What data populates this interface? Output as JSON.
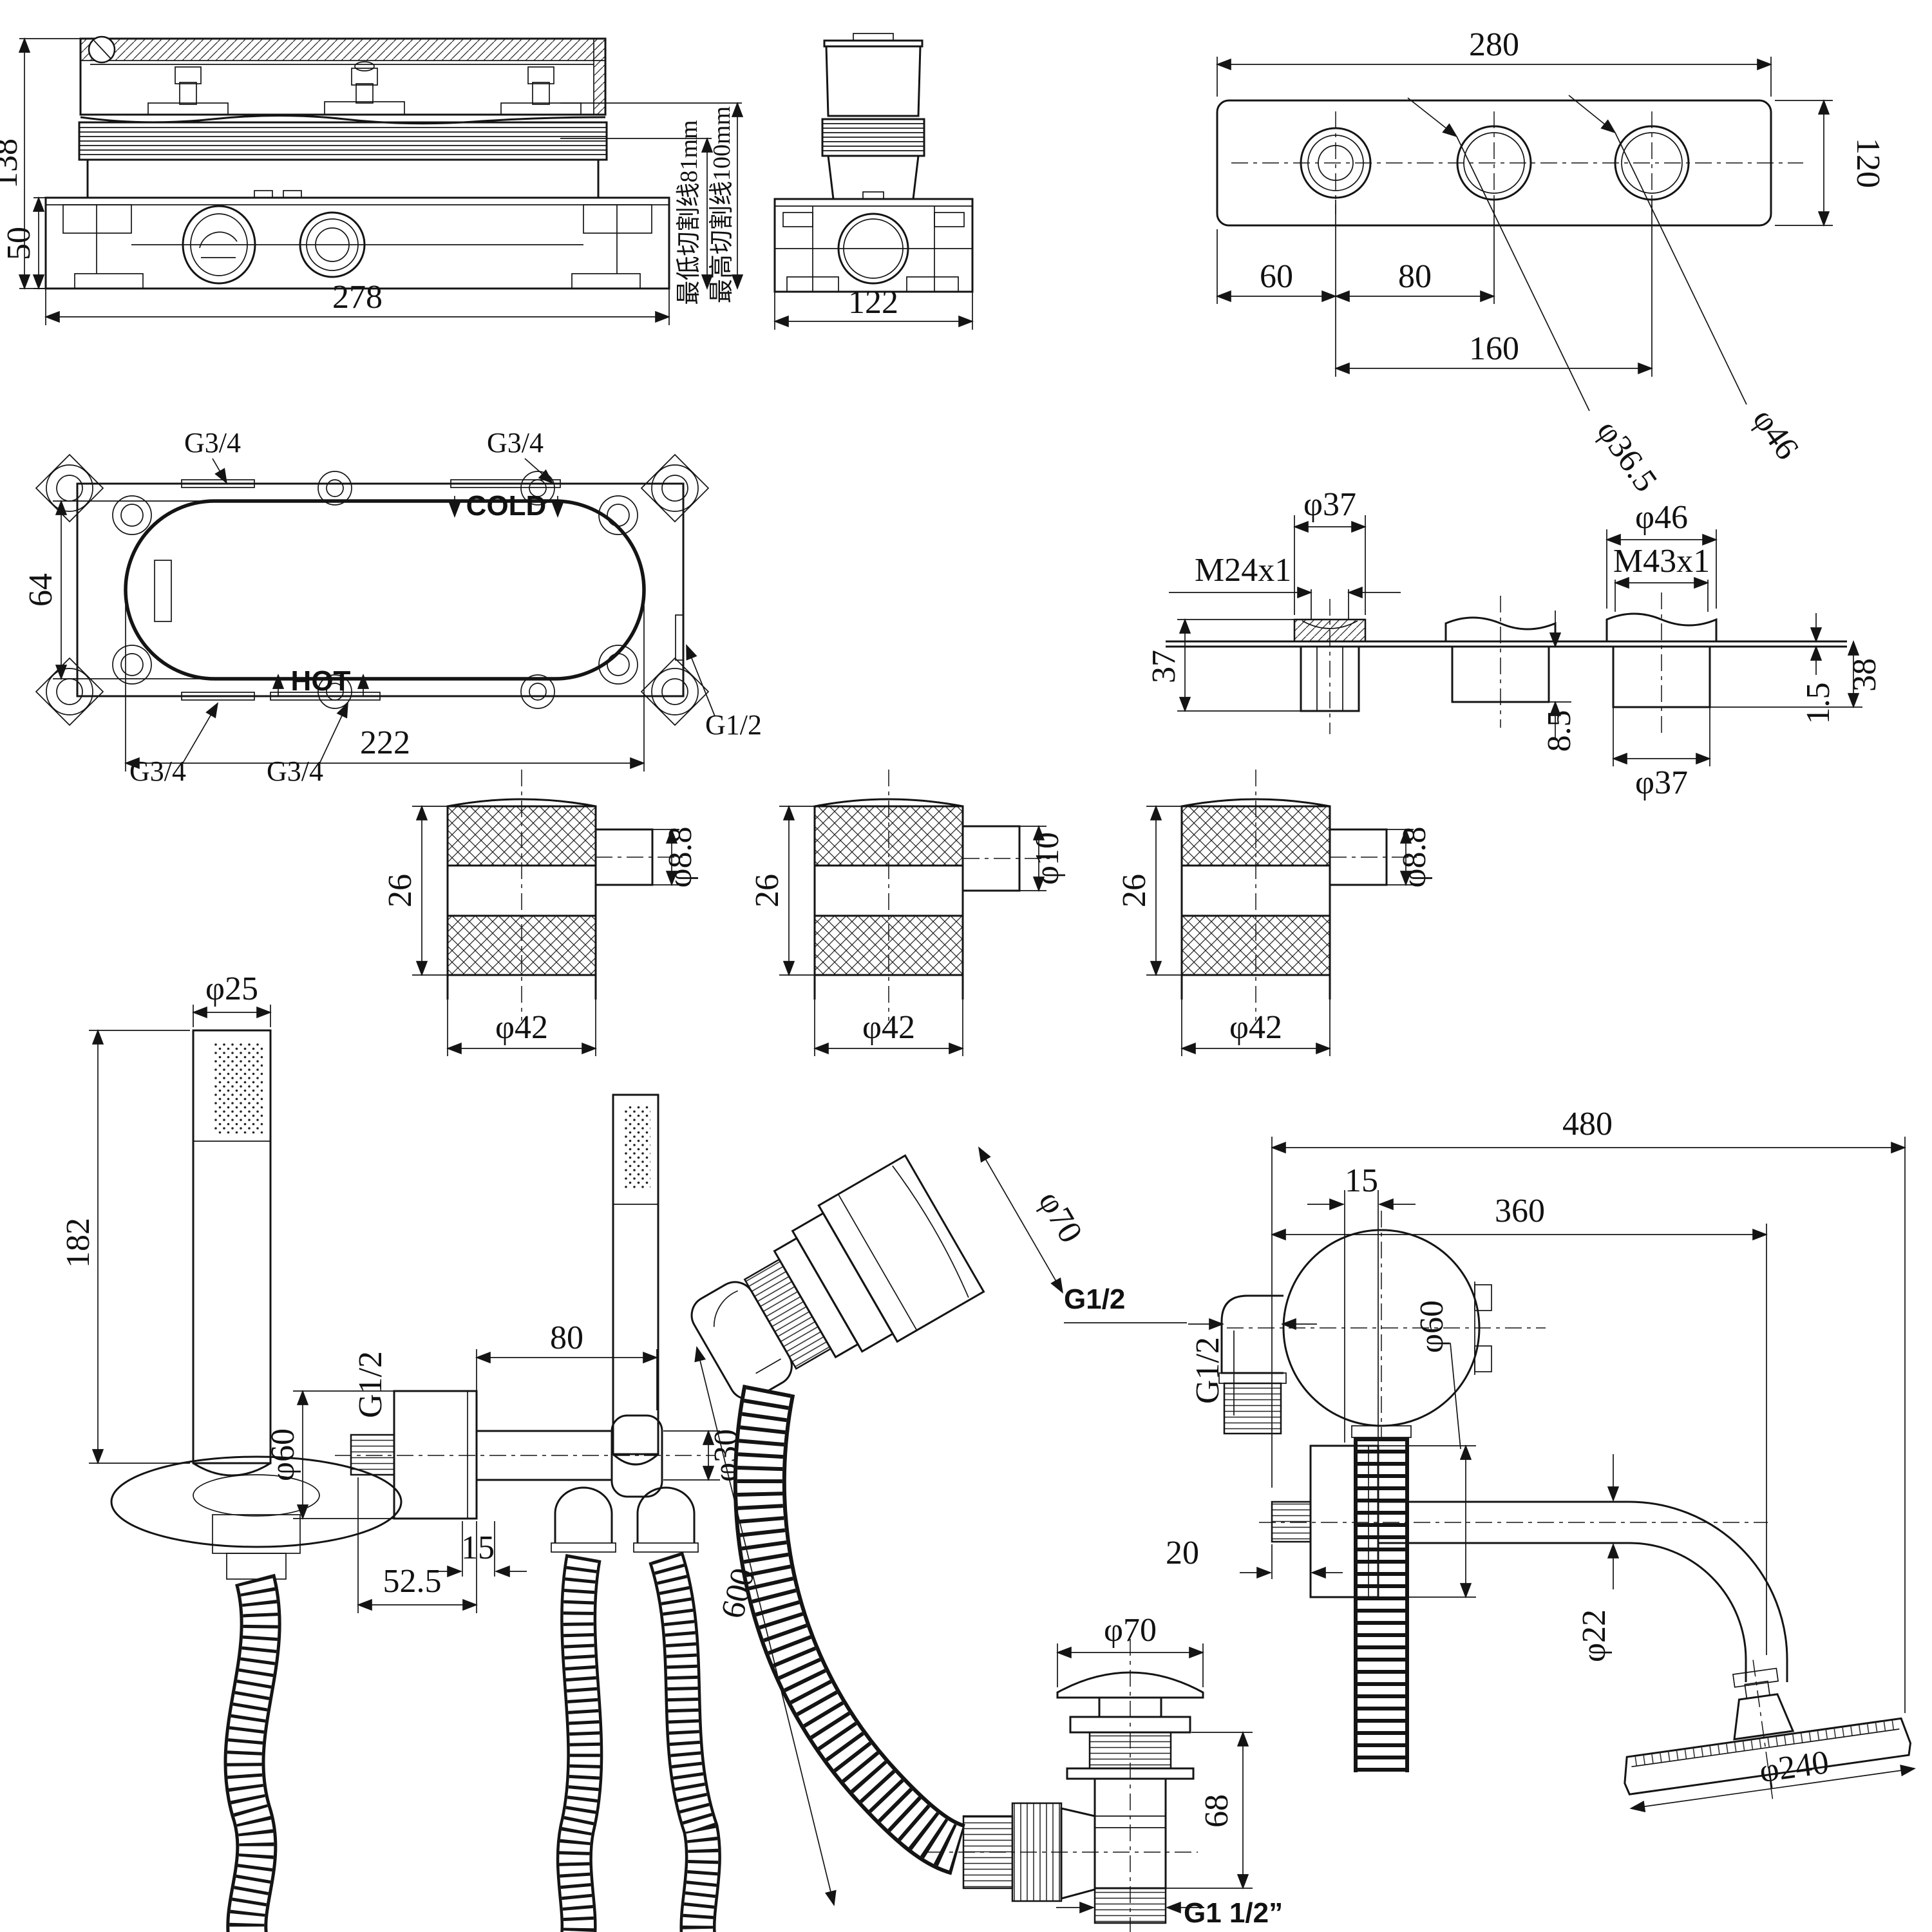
{
  "v1": {
    "h138": "138",
    "h50": "50",
    "w278": "278",
    "cut_min": "最低切割线81mm",
    "cut_max": "最高切割线100mm"
  },
  "v2": {
    "w122": "122"
  },
  "v3": {
    "w280": "280",
    "h120": "120",
    "o60": "60",
    "o80": "80",
    "o160": "160",
    "dia_small": "φ36.5",
    "dia_large": "φ46"
  },
  "v4": {
    "g34": "G3/4",
    "cold": "COLD",
    "hot": "HOT",
    "g12": "G1/2",
    "h64": "64",
    "w222": "222"
  },
  "v5": {
    "d37": "φ37",
    "m24": "M24x1",
    "d46": "φ46",
    "m43": "M43x1",
    "h37": "37",
    "h38": "38",
    "p85": "8.5",
    "d37b": "φ37",
    "t15": "1.5"
  },
  "v6": {
    "h26": "26",
    "d42": "φ42",
    "s88": "φ8.8",
    "s10": "φ10"
  },
  "v7": {
    "d25": "φ25",
    "l182": "182"
  },
  "v8": {
    "g12": "G1/2",
    "d60": "φ60",
    "a80": "80",
    "d30": "φ30",
    "f15": "15",
    "l52": "52.5"
  },
  "v9": {
    "d70": "φ70",
    "h600": "600",
    "g12": "G1/2"
  },
  "v10": {
    "t480": "480",
    "p360": "360",
    "f15": "15",
    "g12": "G1/2",
    "d60": "φ60",
    "s20": "20",
    "d22": "φ22",
    "d240": "φ240"
  },
  "v11": {
    "d70": "φ70",
    "h68": "68",
    "g112": "G1 1/2”"
  }
}
